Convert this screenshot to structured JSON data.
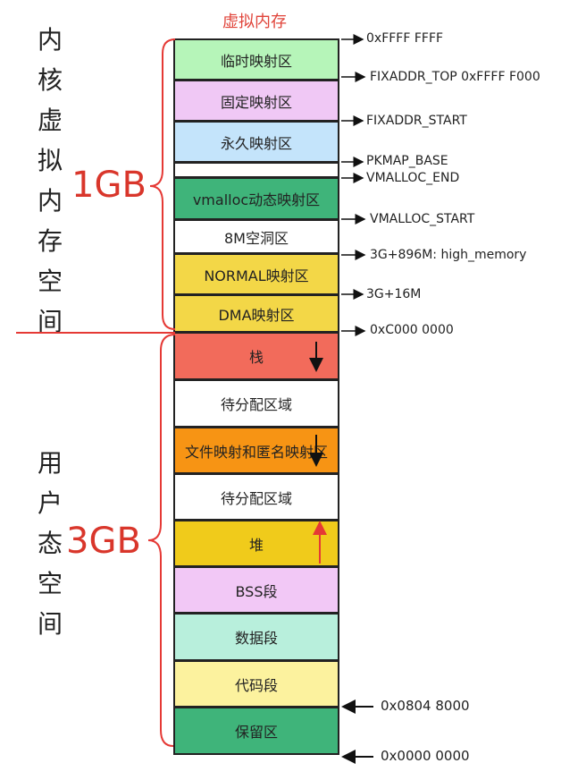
{
  "title": "虚拟内存",
  "kernel": {
    "label": "内核虚拟内存空间",
    "size": "1GB"
  },
  "user": {
    "label": "用户态空间",
    "size": "3GB"
  },
  "blocks": [
    {
      "label": "临时映射区",
      "color": "#b6f5b9"
    },
    {
      "label": "固定映射区",
      "color": "#f0c8f5"
    },
    {
      "label": "永久映射区",
      "color": "#c4e4fb"
    },
    {
      "label": "",
      "color": "#ffffff"
    },
    {
      "label": "vmalloc动态映射区",
      "color": "#3fb47a"
    },
    {
      "label": "8M空洞区",
      "color": "#ffffff"
    },
    {
      "label": "NORMAL映射区",
      "color": "#f3d747"
    },
    {
      "label": "DMA映射区",
      "color": "#f3d747"
    },
    {
      "label": "栈",
      "color": "#f26b5b"
    },
    {
      "label": "待分配区域",
      "color": "#ffffff"
    },
    {
      "label": "文件映射和匿名映射区",
      "color": "#f79414"
    },
    {
      "label": "待分配区域",
      "color": "#ffffff"
    },
    {
      "label": "堆",
      "color": "#f0cb1b"
    },
    {
      "label": "BSS段",
      "color": "#f2c8f6"
    },
    {
      "label": "数据段",
      "color": "#b8efdc"
    },
    {
      "label": "代码段",
      "color": "#fcf29e"
    },
    {
      "label": "保留区",
      "color": "#3fb47a"
    }
  ],
  "addresses": [
    "0xFFFF FFFF",
    "FIXADDR_TOP  0xFFFF F000",
    "FIXADDR_START",
    "PKMAP_BASE",
    "VMALLOC_END",
    "VMALLOC_START",
    "3G+896M: high_memory",
    "3G+16M",
    "0xC000 0000",
    "0x0804 8000",
    "0x0000 0000"
  ],
  "colors": {
    "accent": "#e0443a",
    "divider": "#e53935",
    "brace": "#e53935"
  }
}
